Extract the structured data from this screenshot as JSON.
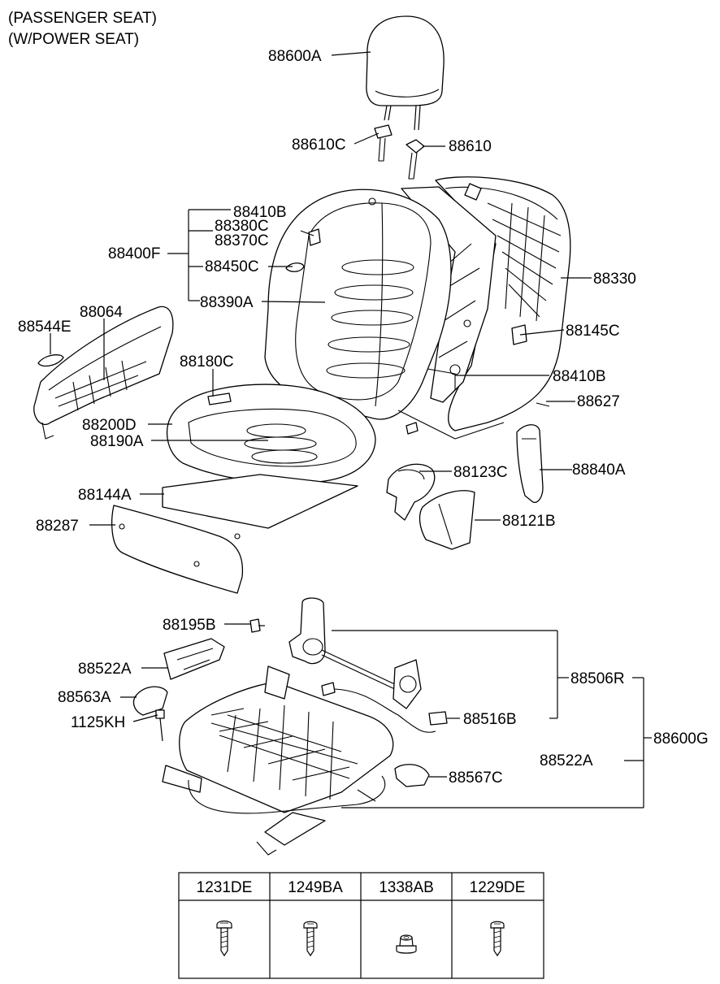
{
  "header": {
    "line1": "(PASSENGER SEAT)",
    "line2": "(W/POWER SEAT)"
  },
  "labels": {
    "p88600A": "88600A",
    "p88610C": "88610C",
    "p88610": "88610",
    "p88410B_top": "88410B",
    "p88380C": "88380C",
    "p88370C": "88370C",
    "p88400F": "88400F",
    "p88450C": "88450C",
    "p88390A": "88390A",
    "p88330": "88330",
    "p88145C": "88145C",
    "p88410B_side": "88410B",
    "p88627": "88627",
    "p88544E": "88544E",
    "p88064": "88064",
    "p88180C": "88180C",
    "p88200D": "88200D",
    "p88190A": "88190A",
    "p88123C": "88123C",
    "p88840A": "88840A",
    "p88144A": "88144A",
    "p88121B": "88121B",
    "p88287": "88287",
    "p88195B": "88195B",
    "p88522A_top": "88522A",
    "p88506R": "88506R",
    "p88563A": "88563A",
    "p1125KH": "1125KH",
    "p88516B": "88516B",
    "p88600G": "88600G",
    "p88522A_bot": "88522A",
    "p88567C": "88567C"
  },
  "hardware_table": {
    "headers": [
      "1231DE",
      "1249BA",
      "1338AB",
      "1229DE"
    ],
    "icons": [
      "screw-icon",
      "screw-icon",
      "nut-icon",
      "screw-icon"
    ]
  }
}
